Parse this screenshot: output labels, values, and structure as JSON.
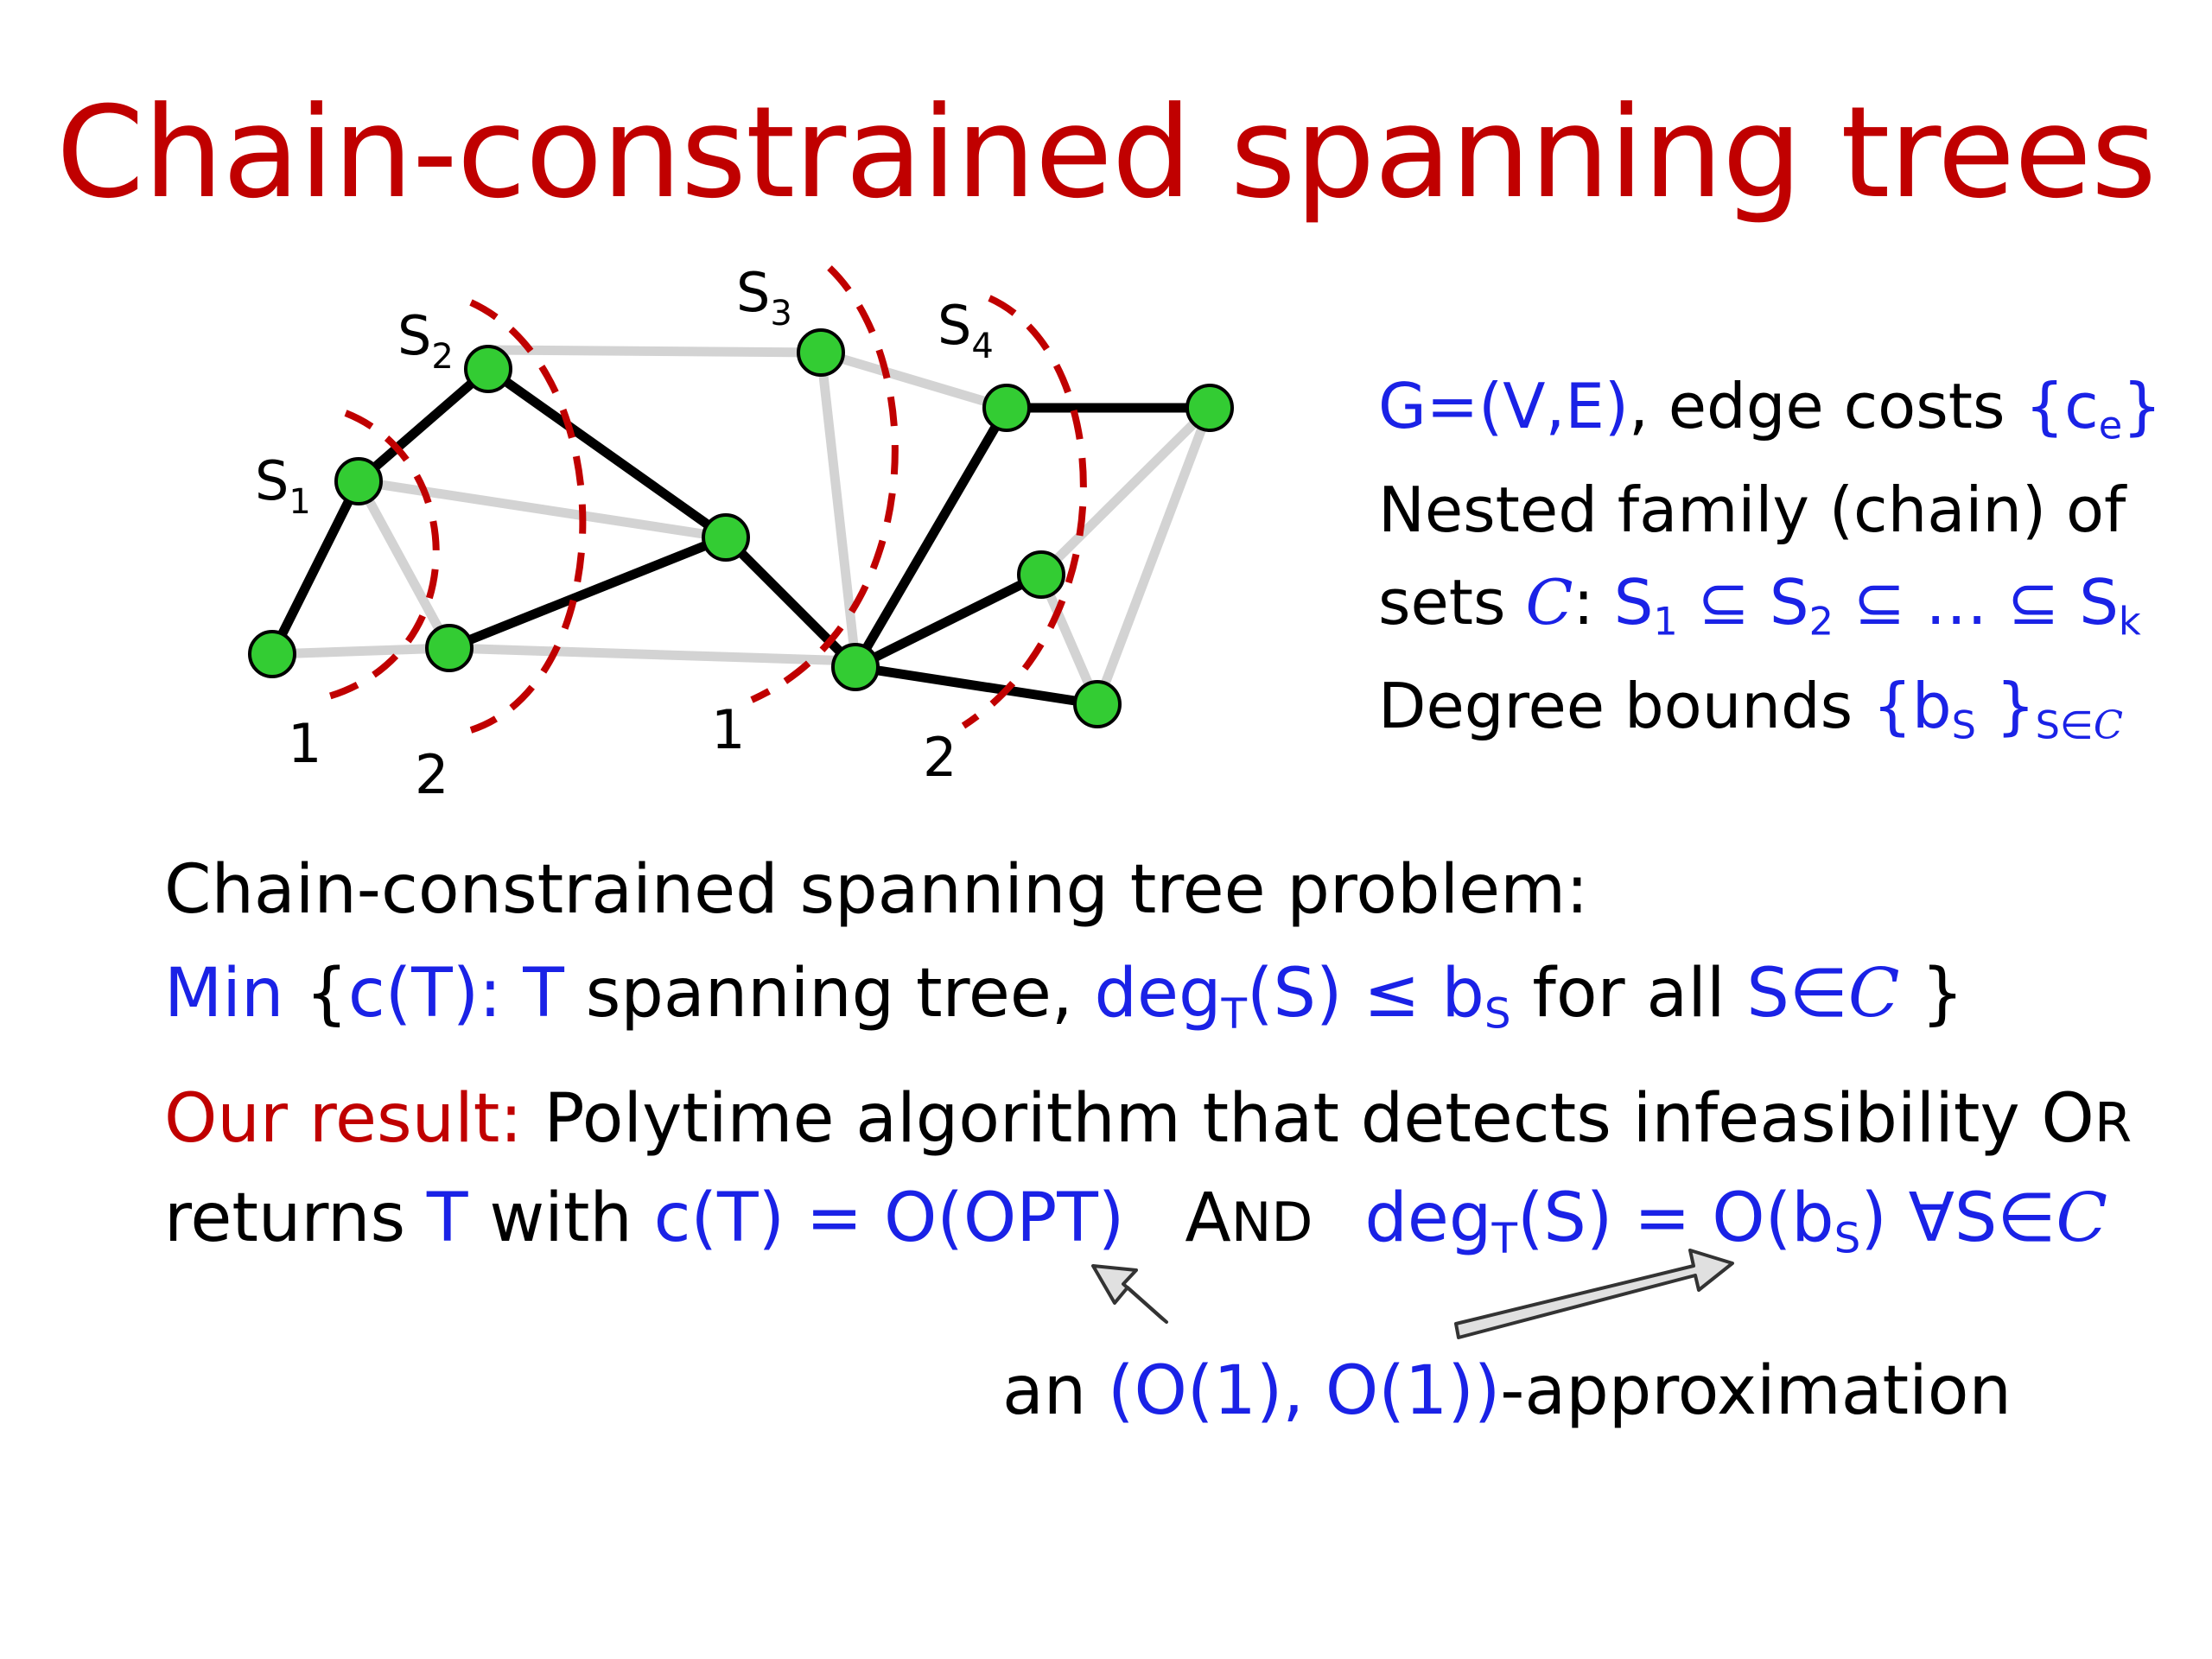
{
  "title": "Chain-constrained spanning trees",
  "graph": {
    "set_labels": [
      {
        "main": "S",
        "sub": "1"
      },
      {
        "main": "S",
        "sub": "2"
      },
      {
        "main": "S",
        "sub": "3"
      },
      {
        "main": "S",
        "sub": "4"
      }
    ],
    "bound_labels": [
      "1",
      "2",
      "1",
      "2"
    ]
  },
  "side": {
    "line1_blue": "G=(V,E)",
    "line1_black": ", edge costs ",
    "line1_set_open": "{c",
    "line1_set_sub": "e",
    "line1_set_close": "}",
    "line2": "Nested family (chain) of",
    "line3_prefix": "sets ",
    "line3_script": "C",
    "line3_colon": ": ",
    "line3_chain": {
      "s1": "S",
      "s1_sub": "1",
      "sep1": " ⊆ ",
      "s2": "S",
      "s2_sub": "2",
      "sep2": " ⊆ … ⊆ ",
      "sk": "S",
      "sk_sub": "k"
    },
    "line4_black": "Degree bounds ",
    "line4_blue_open": "{b",
    "line4_blue_sub": "S",
    "line4_blue_close": " }",
    "line4_sub_tail": "S∈",
    "line4_sub_script": "C"
  },
  "problem": {
    "heading": "Chain-constrained spanning tree problem:",
    "min": "Min",
    "open": " {",
    "cT": "c(T):",
    "T": " T",
    "spanning": " spanning tree, ",
    "deg": "deg",
    "deg_sub": "T",
    "deg_rest": "(S) ≤ b",
    "b_sub": "S",
    "forall": " for all ",
    "S_in": "S∈",
    "script": "C",
    "close": " }"
  },
  "result": {
    "label": "Our result:",
    "text1": " Polytime algorithm that detects infeasibility ",
    "or_big": "O",
    "or_small": "R",
    "text2a": "returns",
    "T": " T",
    "with": " with ",
    "cost": "c(T) = O(OPT)",
    "and_big": "A",
    "and_small": "ND",
    "deg": "deg",
    "deg_sub": "T",
    "deg_rest": "(S) = O(b",
    "b_sub": "S",
    "deg_close": ")",
    "forall": " ∀S∈",
    "script": "C"
  },
  "approx": {
    "an": "an ",
    "pair": "(O(1), O(1))",
    "suffix": "-approximation"
  },
  "colors": {
    "title": "#c00000",
    "accent": "#1a22e6",
    "node": "#33cc33",
    "tree_edge": "#000000",
    "graph_edge": "#d3d3d3",
    "set_boundary": "#c00000"
  }
}
